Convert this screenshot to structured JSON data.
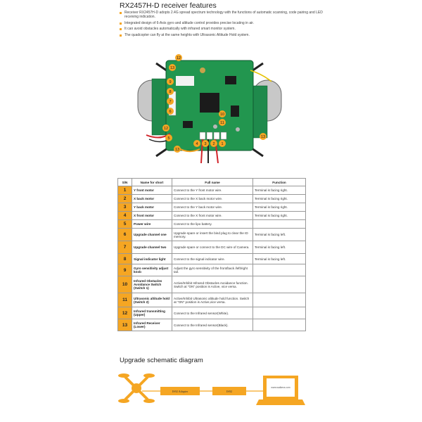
{
  "title": "RX2457H-D receiver features",
  "features": [
    "Receiver RX2457H-D adopts 2.4G spread spectrum technology with the functions of automatic scanning, code pairing and LED receiving indication.",
    "Integrated design of 6-Axis gyro and altitude control provides precise locating in air.",
    "It can avoid obstacles automatically with infrared smart monitor system.",
    "The quadcopter can fly at the same heights with Ultrasonic Altitude Hold system."
  ],
  "board": {
    "markers": [
      "1",
      "2",
      "3",
      "4",
      "5",
      "6",
      "7",
      "8",
      "9",
      "10",
      "11",
      "12",
      "13"
    ]
  },
  "table": {
    "headers": [
      "S/N",
      "Name  for short",
      "Full name",
      "Function"
    ],
    "rows": [
      {
        "sn": "1",
        "short": "Y front motor",
        "full": "Connect to the Y front motor wire.",
        "func": "Terminal is facing right."
      },
      {
        "sn": "2",
        "short": "X back motor",
        "full": "Connect to the X back motor wire.",
        "func": "Terminal is facing right."
      },
      {
        "sn": "3",
        "short": "Y back motor",
        "full": "Connect to the Y back motor wire.",
        "func": "Terminal is facing right."
      },
      {
        "sn": "4",
        "short": "X front motor",
        "full": "Connect to the X front motor wire.",
        "func": "Terminal is facing right."
      },
      {
        "sn": "5",
        "short": "Power wire",
        "full": "Connect to the lipo battery.",
        "func": ""
      },
      {
        "sn": "6",
        "short": "Upgrade channel one",
        "full": "Upgrade spare or insert the bind plug to clear the ID memory.",
        "func": "Terminal is facing left."
      },
      {
        "sn": "7",
        "short": "Upgrade channel two",
        "full": "Upgrade spare or connect to the DC wire of Camera.",
        "func": "Terminal is facing left."
      },
      {
        "sn": "8",
        "short": "Signal indicator light",
        "full": "Connect to the signal indicator wire.",
        "func": "Terminal is facing left."
      },
      {
        "sn": "9",
        "short": "Gyro sensitivity adjust knob",
        "full": "Adjust the gyro sensitivity of the front/back /left/right tail.",
        "func": ""
      },
      {
        "sn": "10",
        "short": "Infrared Obstacles Avoidance Switch (Switch 1)",
        "full": "Active/Inhibit Infrared Obstacles Avoidance function. Switch at \"ON\" position is Active, vice versa.",
        "func": ""
      },
      {
        "sn": "11",
        "short": "Ultrasonic altitude hold (Switch 2)",
        "full": "Active/Inhibit Ultrasonic altitude hold function. Switch at \"ON\" position is Active,vice versa.",
        "func": ""
      },
      {
        "sn": "12",
        "short": "Infrared transmitting (Upper)",
        "full": "Connect to the Infrared sensor(White).",
        "func": ""
      },
      {
        "sn": "13",
        "short": "Infrared Receiver (Lower)",
        "full": "Connect to the Infrared sensor(Black).",
        "func": ""
      }
    ]
  },
  "upgrade": {
    "title": "Upgrade schematic diagram",
    "adapter_label": "IS92 Adapter",
    "usb_label": "IS92",
    "screen_label": "www.walkera.com"
  }
}
